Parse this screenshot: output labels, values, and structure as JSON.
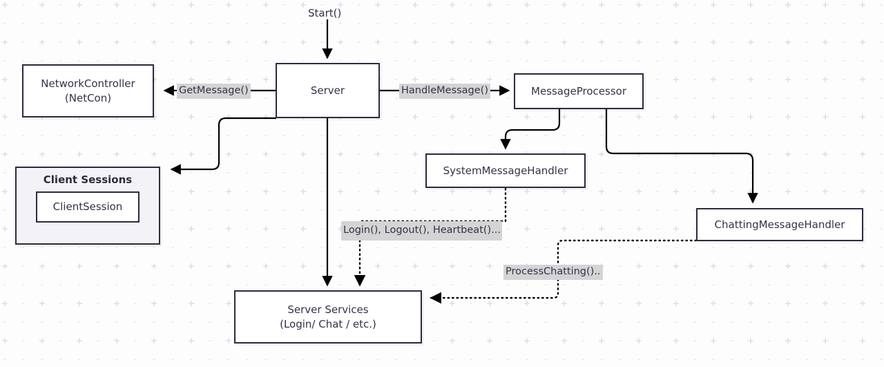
{
  "diagram": {
    "title": "Server architecture message flow",
    "colors": {
      "node_border": "#2b2a3f",
      "node_fill": "#ffffff",
      "cluster_fill": "#f3f3f7",
      "edge": "#000000",
      "label_bg": "#d4d4d4",
      "text": "#33324a",
      "grid": "#a8d0d5",
      "background": "#fdfdfe"
    },
    "nodes": {
      "network_controller": {
        "line1": "NetworkController",
        "line2": "(NetCon)"
      },
      "server": {
        "line1": "Server"
      },
      "message_processor": {
        "line1": "MessageProcessor"
      },
      "system_message_handler": {
        "line1": "SystemMessageHandler"
      },
      "chatting_message_handler": {
        "line1": "ChattingMessageHandler"
      },
      "server_services": {
        "line1": "Server Services",
        "line2": "(Login/ Chat / etc.)"
      },
      "client_session": {
        "line1": "ClientSession"
      }
    },
    "clusters": {
      "client_sessions": {
        "title": "Client Sessions"
      }
    },
    "edge_labels": {
      "start": "Start()",
      "get_message": "GetMessage()",
      "handle_message": "HandleMessage()",
      "system_calls_line1": "Login(), Logout(),",
      "system_calls_line2": "Heartbeat()...",
      "process_chatting": "ProcessChatting().."
    }
  }
}
